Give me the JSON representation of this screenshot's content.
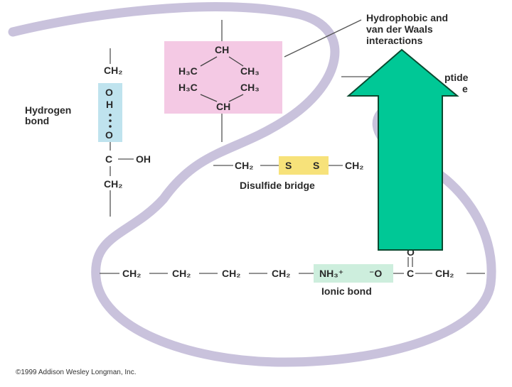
{
  "labels": {
    "hydrophobic_line1": "Hydrophobic and",
    "hydrophobic_line2": "van der Waals",
    "hydrophobic_line3": "interactions",
    "peptide_partial_1": "ptide",
    "peptide_partial_2": "e",
    "hydrogen_bond_line1": "Hydrogen",
    "hydrogen_bond_line2": "bond",
    "disulfide_bridge": "Disulfide bridge",
    "ionic_bond": "Ionic bond",
    "copyright": "©1999 Addison Wesley Longman, Inc."
  },
  "hydrophobic_box": {
    "top_ch": "CH",
    "h3c_left_1": "H₃C",
    "ch3_right_1": "CH₃",
    "h3c_left_2": "H₃C",
    "ch3_right_2": "CH₃",
    "bottom_ch": "CH"
  },
  "hydrogen_chain": {
    "ch2_top": "CH₂",
    "o_top": "O",
    "h": "H",
    "o_bottom": "O",
    "c": "C",
    "oh": "OH",
    "ch2_bottom": "CH₂"
  },
  "disulfide_chain": {
    "ch2_left": "CH₂",
    "s1": "S",
    "s2": "S",
    "ch2_right": "CH₂"
  },
  "ionic_chain": {
    "ch2_1": "CH₂",
    "ch2_2": "CH₂",
    "ch2_3": "CH₂",
    "ch2_4": "CH₂",
    "nh3": "NH₃⁺",
    "o_minus": "⁻O",
    "c": "C",
    "ch2_5": "CH₂",
    "o_double": "O"
  },
  "colors": {
    "backbone_ribbon": "#c9c2dc",
    "hydrophobic_box": "#f4c9e4",
    "hydrogen_box": "#bfe3ee",
    "disulfide_box": "#f7e27a",
    "ionic_box": "#cdeedd",
    "arrow_fill": "#00c896",
    "arrow_stroke": "#0a4a30"
  }
}
